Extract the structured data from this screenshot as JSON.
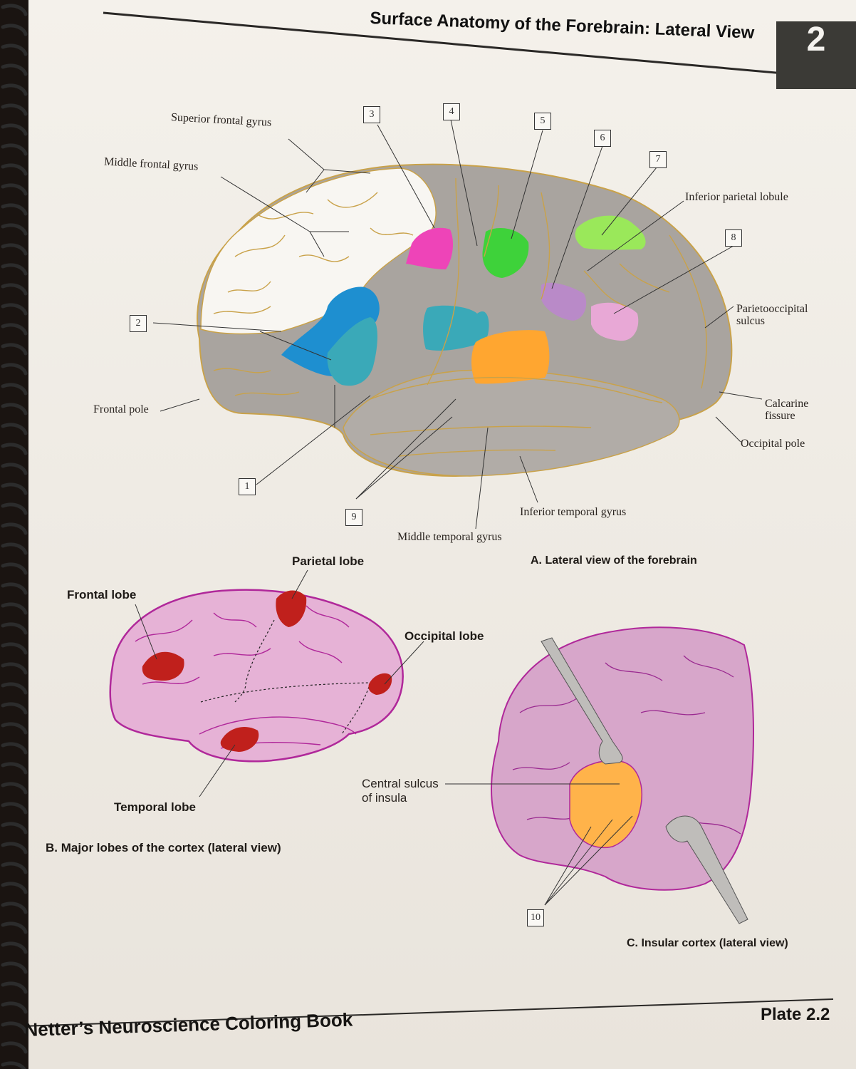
{
  "header": {
    "title": "Surface Anatomy of the Forebrain: Lateral View",
    "chapter": "2"
  },
  "figure_a": {
    "caption": "A. Lateral view of the forebrain",
    "labels": {
      "superior_frontal_gyrus": "Superior frontal gyrus",
      "middle_frontal_gyrus": "Middle frontal gyrus",
      "frontal_pole": "Frontal pole",
      "inferior_parietal_lobule": "Inferior parietal lobule",
      "parietooccipital_line1": "Parietooccipital",
      "parietooccipital_line2": "sulcus",
      "calcarine_line1": "Calcarine",
      "calcarine_line2": "fissure",
      "occipital_pole": "Occipital pole",
      "inferior_temporal_gyrus": "Inferior temporal gyrus",
      "middle_temporal_gyrus": "Middle temporal gyrus"
    },
    "numbers": [
      "1",
      "2",
      "3",
      "4",
      "5",
      "6",
      "7",
      "8",
      "9"
    ],
    "colors": {
      "blue": "#1e8fd0",
      "teal": "#3aa9b8",
      "magenta": "#ee44b8",
      "green": "#3ed23a",
      "light_green": "#9ae85a",
      "purple": "#b98ac8",
      "pink": "#e8a8d6",
      "orange": "#ffa630",
      "gray": "#a9a49f"
    }
  },
  "figure_b": {
    "caption": "B. Major lobes of the cortex (lateral view)",
    "labels": {
      "frontal_lobe": "Frontal lobe",
      "parietal_lobe": "Parietal lobe",
      "occipital_lobe": "Occipital lobe",
      "temporal_lobe": "Temporal lobe"
    },
    "colors": {
      "brain": "#e6b2d6",
      "lobe_mark": "#c0201c",
      "vessels": "#b0289a"
    }
  },
  "figure_c": {
    "caption": "C. Insular cortex (lateral view)",
    "labels": {
      "central_sulcus_line1": "Central sulcus",
      "central_sulcus_line2": "of insula"
    },
    "number": "10",
    "colors": {
      "brain": "#d7a6ca",
      "insula": "#ffb34a"
    }
  },
  "footer": {
    "book_title": "Netter’s Neuroscience Coloring Book",
    "plate": "Plate 2.2"
  }
}
